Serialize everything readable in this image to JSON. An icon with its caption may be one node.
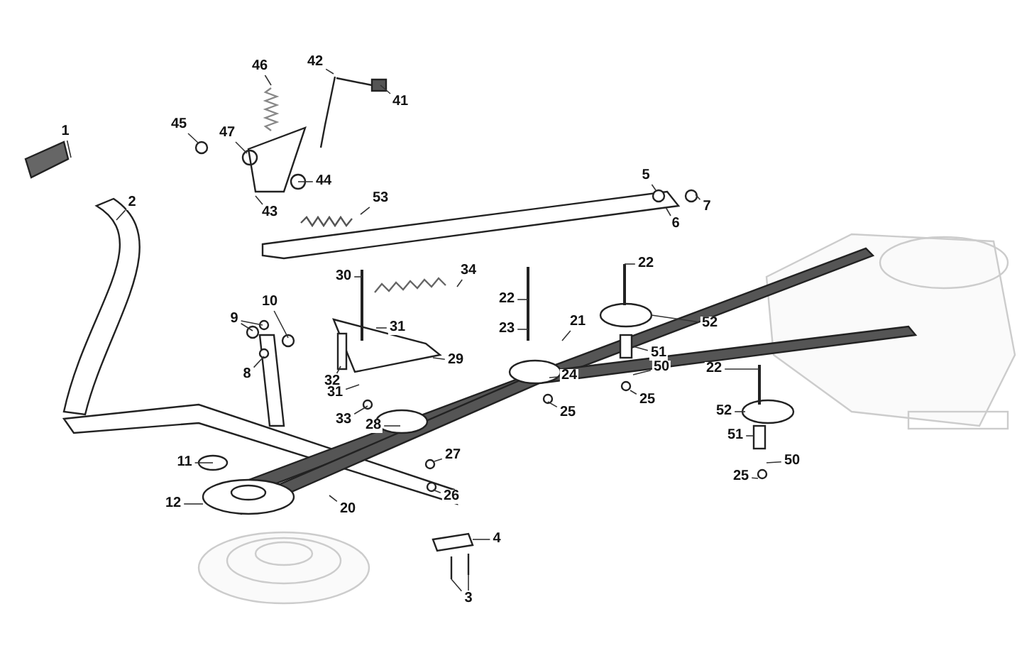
{
  "diagram": {
    "nodes": [
      {
        "text": [
          "46"
        ]
      },
      {
        "text": [
          "42"
        ]
      },
      {
        "text": [
          "41"
        ]
      },
      {
        "text": [
          "45"
        ]
      },
      {
        "text": [
          "47"
        ]
      },
      {
        "text": [
          "1"
        ]
      },
      {
        "text": [
          "44"
        ]
      },
      {
        "text": [
          "43"
        ]
      },
      {
        "text": [
          "53"
        ]
      },
      {
        "text": [
          "2"
        ]
      },
      {
        "text": [
          "5"
        ]
      },
      {
        "text": [
          "7"
        ]
      },
      {
        "text": [
          "6"
        ]
      },
      {
        "text": [
          "30"
        ]
      },
      {
        "text": [
          "34"
        ]
      },
      {
        "text": [
          "22"
        ]
      },
      {
        "text": [
          "10"
        ]
      },
      {
        "text": [
          "22"
        ]
      },
      {
        "text": [
          "9"
        ]
      },
      {
        "text": [
          "31"
        ]
      },
      {
        "text": [
          "23"
        ]
      },
      {
        "text": [
          "21"
        ]
      },
      {
        "text": [
          "52"
        ]
      },
      {
        "text": [
          "51"
        ]
      },
      {
        "text": [
          "8"
        ]
      },
      {
        "text": [
          "29"
        ]
      },
      {
        "text": [
          "32"
        ]
      },
      {
        "text": [
          "24"
        ]
      },
      {
        "text": [
          "50"
        ]
      },
      {
        "text": [
          "22"
        ]
      },
      {
        "text": [
          "31"
        ]
      },
      {
        "text": [
          "25"
        ]
      },
      {
        "text": [
          "25"
        ]
      },
      {
        "text": [
          "33"
        ]
      },
      {
        "text": [
          "28"
        ]
      },
      {
        "text": [
          "52"
        ]
      },
      {
        "text": [
          "51"
        ]
      },
      {
        "text": [
          "27"
        ]
      },
      {
        "text": [
          "11"
        ]
      },
      {
        "text": [
          "50"
        ]
      },
      {
        "text": [
          "26"
        ]
      },
      {
        "text": [
          "25"
        ]
      },
      {
        "text": [
          "12"
        ]
      },
      {
        "text": [
          "20"
        ]
      },
      {
        "text": [
          "4"
        ]
      },
      {
        "text": [
          "3"
        ]
      }
    ],
    "edges": [
      {
        "from": 0,
        "to": null,
        "arrow": "none"
      },
      {
        "from": 1,
        "to": null,
        "arrow": "none"
      },
      {
        "from": 2,
        "to": null,
        "arrow": "none"
      },
      {
        "from": 3,
        "to": null,
        "arrow": "none"
      },
      {
        "from": 4,
        "to": null,
        "arrow": "none"
      },
      {
        "from": 5,
        "to": null,
        "arrow": "none"
      },
      {
        "from": 6,
        "to": null,
        "arrow": "none"
      },
      {
        "from": 7,
        "to": null,
        "arrow": "none"
      },
      {
        "from": 8,
        "to": null,
        "arrow": "none"
      },
      {
        "from": 9,
        "to": null,
        "arrow": "none"
      },
      {
        "from": 10,
        "to": null,
        "arrow": "none"
      },
      {
        "from": 11,
        "to": null,
        "arrow": "none"
      },
      {
        "from": 12,
        "to": null,
        "arrow": "none"
      },
      {
        "from": 13,
        "to": null,
        "arrow": "none"
      },
      {
        "from": 14,
        "to": null,
        "arrow": "none"
      },
      {
        "from": 15,
        "to": null,
        "arrow": "none"
      },
      {
        "from": 16,
        "to": null,
        "arrow": "none"
      },
      {
        "from": 17,
        "to": null,
        "arrow": "none"
      },
      {
        "from": 18,
        "to": null,
        "arrow": "none"
      },
      {
        "from": 18,
        "to": null,
        "arrow": "none"
      },
      {
        "from": 19,
        "to": null,
        "arrow": "none"
      },
      {
        "from": 20,
        "to": null,
        "arrow": "none"
      },
      {
        "from": 21,
        "to": null,
        "arrow": "none"
      },
      {
        "from": 22,
        "to": null,
        "arrow": "none"
      },
      {
        "from": 23,
        "to": null,
        "arrow": "none"
      },
      {
        "from": 24,
        "to": null,
        "arrow": "none"
      },
      {
        "from": 25,
        "to": null,
        "arrow": "none"
      },
      {
        "from": 26,
        "to": null,
        "arrow": "none"
      },
      {
        "from": 27,
        "to": null,
        "arrow": "none"
      },
      {
        "from": 28,
        "to": null,
        "arrow": "none"
      },
      {
        "from": 29,
        "to": null,
        "arrow": "none"
      },
      {
        "from": 30,
        "to": null,
        "arrow": "none"
      },
      {
        "from": 31,
        "to": null,
        "arrow": "none"
      },
      {
        "from": 32,
        "to": null,
        "arrow": "none"
      },
      {
        "from": 33,
        "to": null,
        "arrow": "none"
      },
      {
        "from": 34,
        "to": null,
        "arrow": "none"
      },
      {
        "from": 35,
        "to": null,
        "arrow": "none"
      },
      {
        "from": 36,
        "to": null,
        "arrow": "none"
      },
      {
        "from": 37,
        "to": null,
        "arrow": "none"
      },
      {
        "from": 38,
        "to": null,
        "arrow": "none"
      },
      {
        "from": 39,
        "to": null,
        "arrow": "none"
      },
      {
        "from": 40,
        "to": null,
        "arrow": "none"
      },
      {
        "from": 41,
        "to": null,
        "arrow": "none"
      },
      {
        "from": 42,
        "to": null,
        "arrow": "none"
      },
      {
        "from": 43,
        "to": null,
        "arrow": "none"
      },
      {
        "from": 44,
        "to": null,
        "arrow": "none"
      },
      {
        "from": 45,
        "to": null,
        "arrow": "none"
      },
      {
        "from": 45,
        "to": null,
        "arrow": "none"
      }
    ]
  }
}
